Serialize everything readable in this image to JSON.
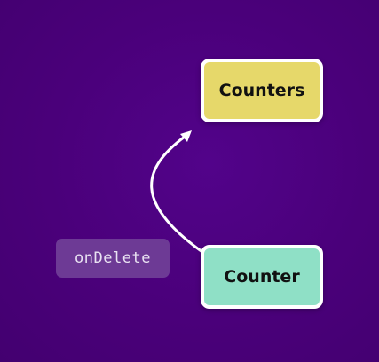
{
  "diagram": {
    "nodes": {
      "parent": {
        "label": "Counters",
        "fill": "#e6d86a"
      },
      "child": {
        "label": "Counter",
        "fill": "#8fe0c6"
      }
    },
    "edge": {
      "label": "onDelete",
      "direction": "child-to-parent",
      "color": "#ffffff"
    }
  },
  "colors": {
    "background": "#4a007a",
    "label_background": "#6d3a95"
  }
}
